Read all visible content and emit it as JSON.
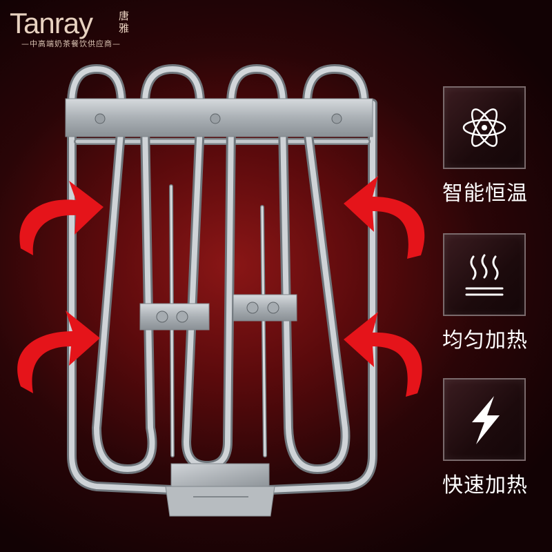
{
  "brand": {
    "wordmark": "Tanray",
    "cn_name": "唐\n雅",
    "tagline": "—中高端奶茶餐饮供应商—"
  },
  "colors": {
    "background": "#5a0a0c",
    "arrow": "#e5141a",
    "steel": "#c8cdd2",
    "label_text": "#ffffff"
  },
  "features": [
    {
      "icon": "atom-icon",
      "label": "智能恒温"
    },
    {
      "icon": "heat-waves-icon",
      "label": "均匀加热"
    },
    {
      "icon": "lightning-bolt-icon",
      "label": "快速加热"
    }
  ]
}
